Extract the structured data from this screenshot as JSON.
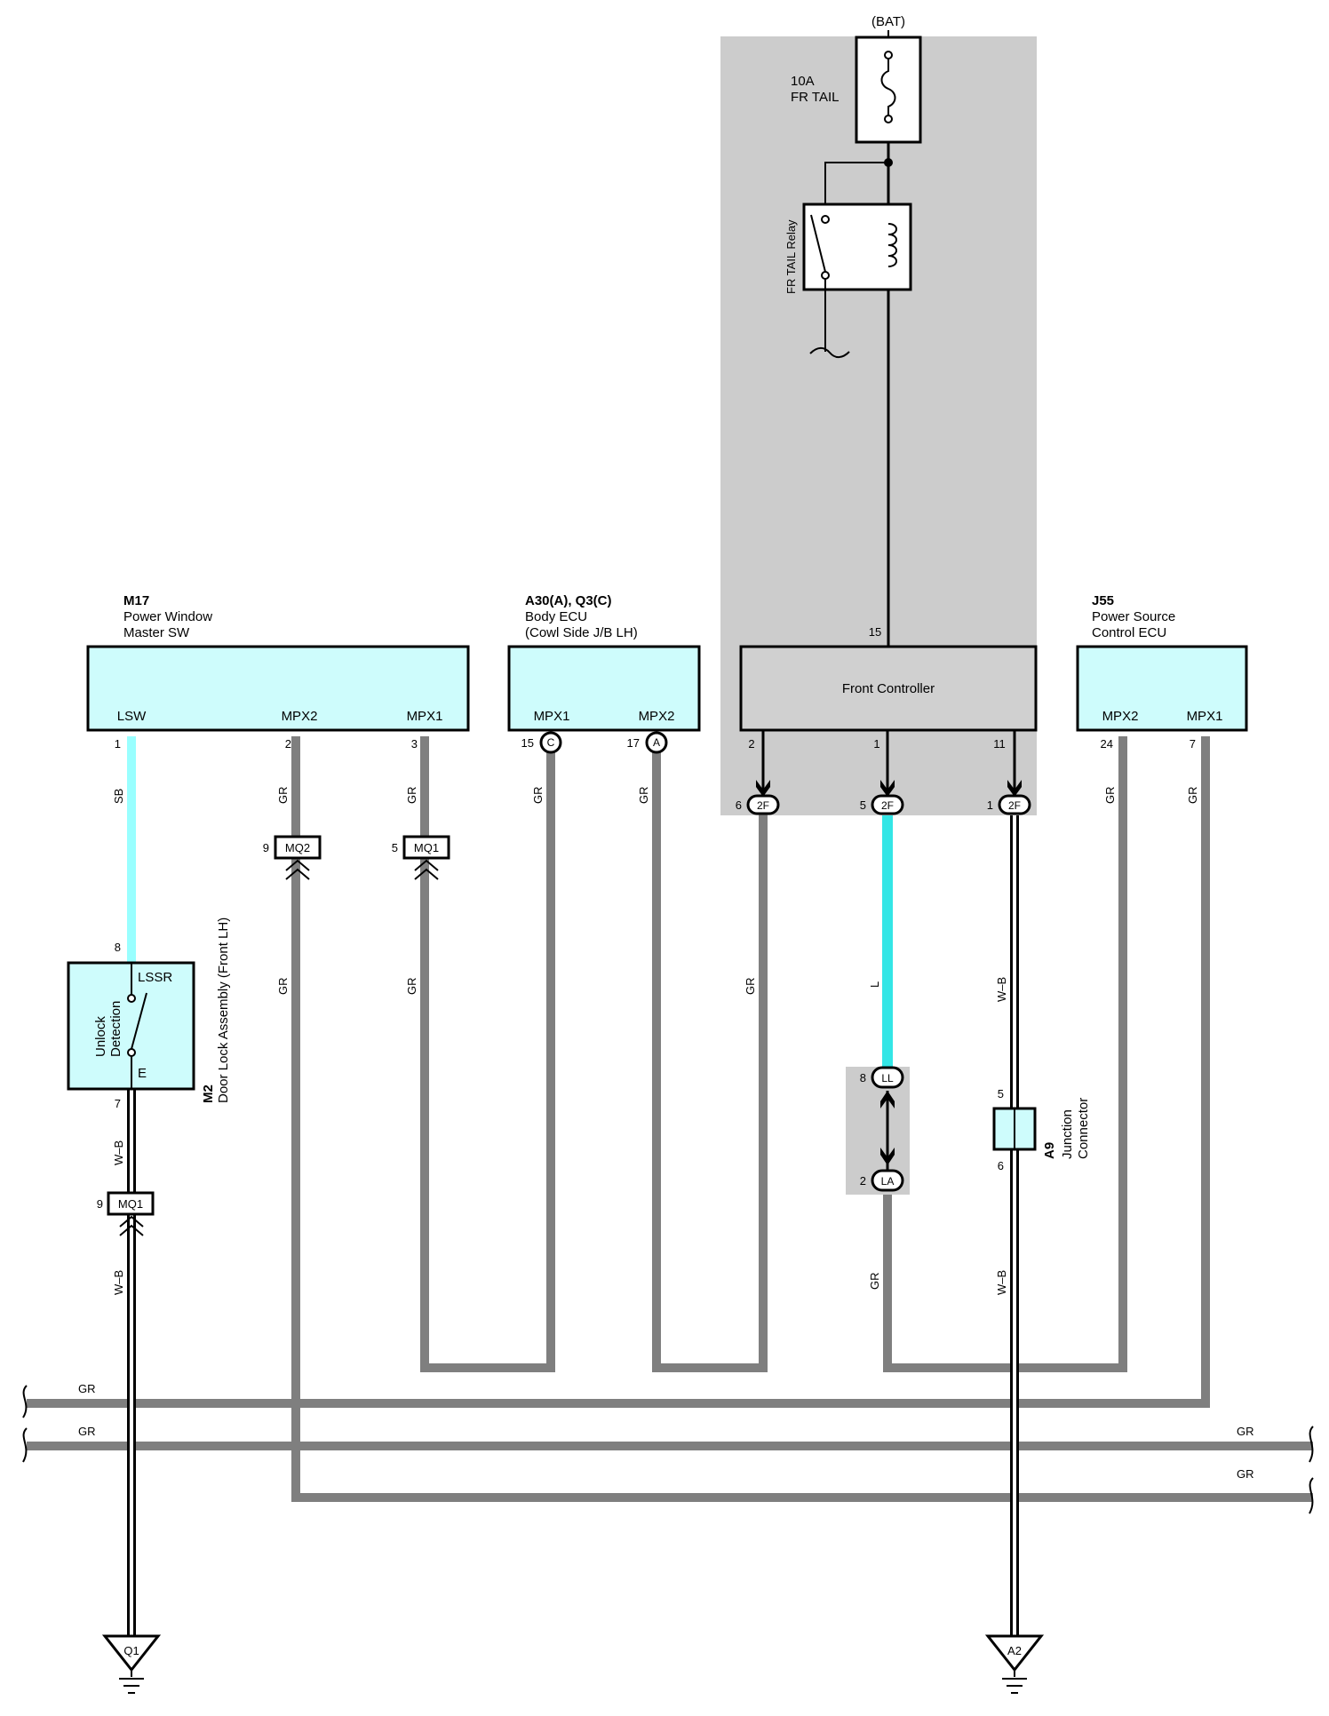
{
  "colors": {
    "wire_gray": "#7f7f7f",
    "wire_sb": "#99ffff",
    "wire_l": "#33e6e6",
    "component_fill": "#cefcfc",
    "shaded_region": "#cccccc",
    "front_controller_fill": "#d0d0d0"
  },
  "supply": {
    "bat": "(BAT)",
    "fuse_amp": "10A",
    "fuse_name": "FR TAIL",
    "relay_name": "FR TAIL Relay"
  },
  "components": {
    "m17": {
      "id": "M17",
      "line1": "Power Window",
      "line2": "Master SW",
      "pin_lsw": "LSW",
      "pin_mpx2": "MPX2",
      "pin_mpx1": "MPX1",
      "num_lsw": "1",
      "num_mpx2": "2",
      "num_mpx1": "3"
    },
    "body_ecu": {
      "id": "A30(A), Q3(C)",
      "line1": "Body ECU",
      "line2": "(Cowl Side J/B LH)",
      "pin_mpx1": "MPX1",
      "pin_mpx2": "MPX2",
      "num_mpx1": "15",
      "num_mpx2": "17",
      "conn_mpx1": "C",
      "conn_mpx2": "A"
    },
    "front_controller": {
      "name": "Front Controller",
      "pin_top": "15",
      "pin_a": "2",
      "pin_b": "1",
      "pin_c": "11"
    },
    "j55": {
      "id": "J55",
      "line1": "Power Source",
      "line2": "Control ECU",
      "pin_mpx2": "MPX2",
      "pin_mpx1": "MPX1",
      "num_mpx2": "24",
      "num_mpx1": "7"
    },
    "m2": {
      "id": "M2",
      "name": "Door Lock Assembly (Front LH)",
      "pin_top": "LSSR",
      "pin_bottom": "E",
      "num_top": "8",
      "num_bottom": "7",
      "inner_line1": "Unlock",
      "inner_line2": "Detection"
    },
    "a9": {
      "id": "A9",
      "line1": "Junction",
      "line2": "Connector",
      "pin_top": "5",
      "pin_bottom": "6"
    }
  },
  "connectors": {
    "mq2": {
      "label": "MQ2",
      "pin": "9"
    },
    "mq1_top": {
      "label": "MQ1",
      "pin": "5"
    },
    "mq1_bottom": {
      "label": "MQ1",
      "pin": "9"
    },
    "c2f_a": {
      "label": "2F",
      "pin": "6"
    },
    "c2f_b": {
      "label": "2F",
      "pin": "5"
    },
    "c2f_c": {
      "label": "2F",
      "pin": "1"
    },
    "ll": {
      "label": "LL",
      "pin": "8"
    },
    "la": {
      "label": "LA",
      "pin": "2"
    }
  },
  "wire_labels": {
    "sb": "SB",
    "gr": "GR",
    "wb": "W–B",
    "l": "L"
  },
  "grounds": {
    "q1": "Q1",
    "a2": "A2"
  }
}
